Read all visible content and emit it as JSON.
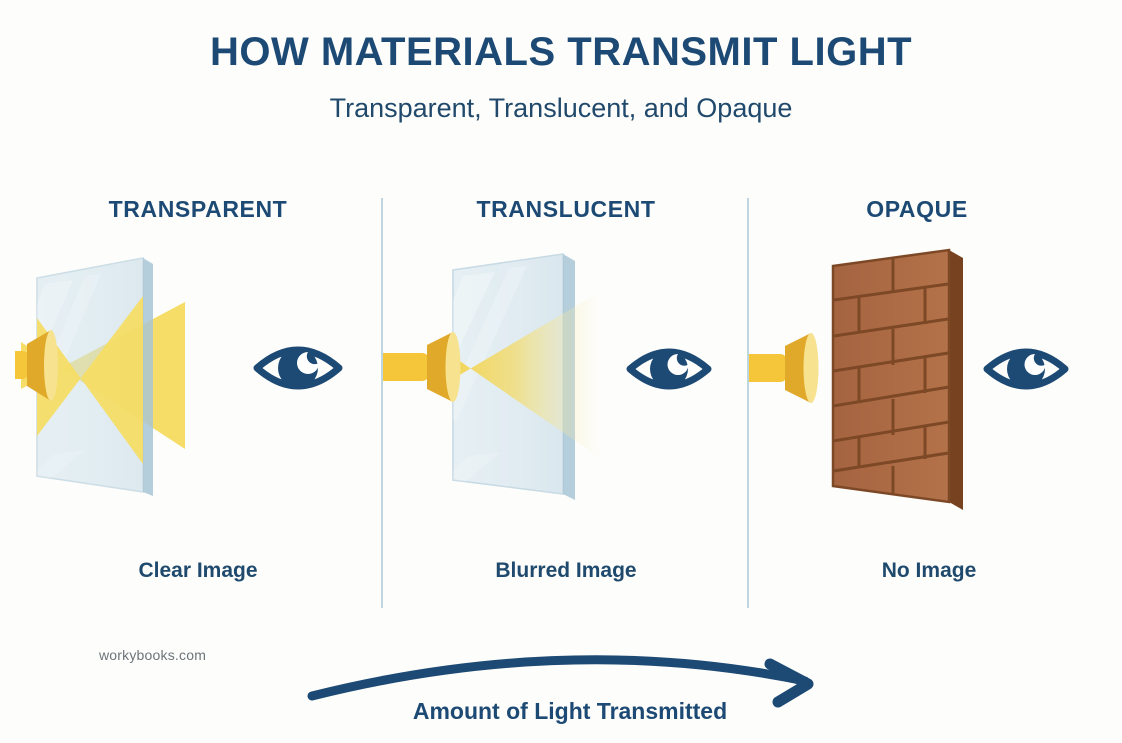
{
  "header": {
    "title": "HOW MATERIALS TRANSMIT LIGHT",
    "subtitle": "Transparent, Translucent, and Opaque"
  },
  "columns": [
    {
      "id": "transparent",
      "heading": "TRANSPARENT",
      "caption": "Clear Image",
      "material": "glass-panel",
      "light_transmission": "full",
      "icons": [
        "flashlight-icon",
        "glass-panel-icon",
        "eye-icon"
      ]
    },
    {
      "id": "translucent",
      "heading": "TRANSLUCENT",
      "caption": "Blurred Image",
      "material": "frosted-glass-panel",
      "light_transmission": "partial",
      "icons": [
        "flashlight-icon",
        "frosted-glass-panel-icon",
        "eye-icon"
      ]
    },
    {
      "id": "opaque",
      "heading": "OPAQUE",
      "caption": "No Image",
      "material": "brick-wall",
      "light_transmission": "none",
      "icons": [
        "flashlight-icon",
        "brick-wall-icon",
        "eye-icon"
      ]
    }
  ],
  "footer": {
    "arrow_label": "Amount of Light Transmitted",
    "watermark": "workybooks.com"
  },
  "colors": {
    "navy": "#1d4a74",
    "background": "#fdfdfb",
    "divider": "#bdd6e0",
    "glass": "#cfe2ec",
    "light_beam": "#f5dc62",
    "flashlight_body": "#f5c53a",
    "flashlight_head": "#e0a92a",
    "brick": "#a9683f",
    "brick_edge": "#7a4426",
    "watermark_text": "#6e747a"
  }
}
